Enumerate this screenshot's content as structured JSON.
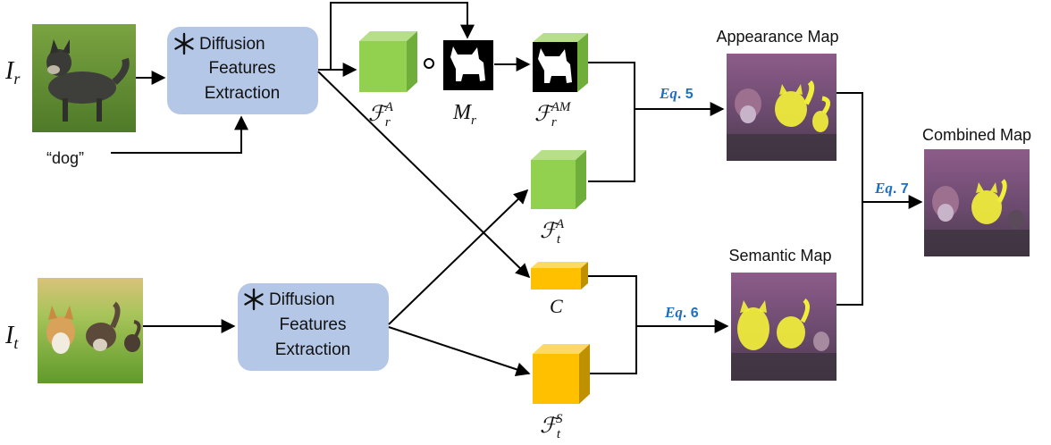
{
  "inputs": {
    "ref_label": "I",
    "ref_sub": "r",
    "target_label": "I",
    "target_sub": "t",
    "prompt": "“dog”"
  },
  "extractor": {
    "line1": "Diffusion",
    "line2": "Features",
    "line3": "Extraction"
  },
  "features": {
    "fra_main": "ℱ",
    "fra_sub": "r",
    "fra_sup": "A",
    "mask_main": "M",
    "mask_sub": "r",
    "fram_main": "ℱ",
    "fram_sub": "r",
    "fram_sup": "AM",
    "fta_main": "ℱ",
    "fta_sub": "t",
    "fta_sup": "A",
    "c_label": "C",
    "fts_main": "ℱ",
    "fts_sub": "t",
    "fts_sup": "S"
  },
  "equations": {
    "eq5_word": "Eq",
    "eq5_num": ". 5",
    "eq6_word": "Eq",
    "eq6_num": ". 6",
    "eq7_word": "Eq",
    "eq7_num": ". 7"
  },
  "maps": {
    "appearance": "Appearance Map",
    "semantic": "Semantic Map",
    "combined": "Combined Map"
  },
  "colors": {
    "extractor_fill": "#b4c7e7",
    "green_front": "#92d050",
    "yellow_front": "#ffc000",
    "eq_blue": "#1f6fbf",
    "map_purple": "#7a4f8e",
    "highlight": "#f2ef3a"
  }
}
